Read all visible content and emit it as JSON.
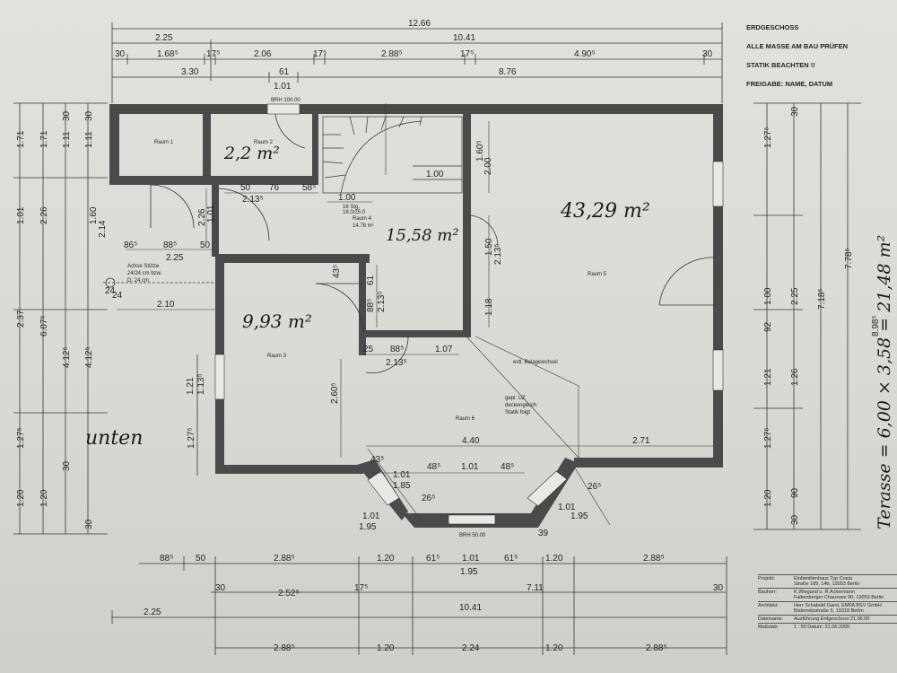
{
  "notes": {
    "floor": "ERDGESCHOSS",
    "measure": "ALLE MASSE AM BAU PRÜFEN",
    "statics": "STATIK BEACHTEN !!",
    "release": "FREIGABE: NAME, DATUM"
  },
  "dims_top": {
    "total": "12.66",
    "row2": [
      "2.25",
      "10.41"
    ],
    "row3": [
      "30",
      "1.68⁵",
      "17⁵",
      "2.06",
      "17⁵",
      "2.88⁵",
      "17⁵",
      "4.90⁵",
      "30"
    ],
    "row4": [
      "3.30",
      "61",
      "8.76"
    ],
    "row4b": "1.01"
  },
  "dims_bottom": {
    "row1": [
      "88⁵",
      "50",
      "2.88⁵",
      "1.20",
      "61⁵",
      "1.01",
      "61⁵",
      "1.20",
      "2.88⁵"
    ],
    "row1b": "1.95",
    "row2": [
      "30",
      "2.52⁵",
      "17⁵",
      "7.11",
      "30"
    ],
    "row3": [
      "2.25",
      "10.41"
    ],
    "row4": [
      "2.88⁵",
      "1.20",
      "2.24",
      "1.20",
      "2.88⁵"
    ]
  },
  "dims_left": [
    "1.71",
    "1.71",
    "1.11",
    "1.11",
    "30",
    "30",
    "1.01",
    "2.26",
    "1.60",
    "2.14",
    "2.37",
    "6.07⁵",
    "4.12⁵",
    "4.12⁵",
    "1.27⁵",
    "1.27⁵",
    "1.20",
    "1.20",
    "30",
    "30"
  ],
  "dims_right": [
    "1.27⁵",
    "30",
    "2.25",
    "7.18⁵",
    "7.78⁵",
    "8.98⁵",
    "1.00",
    "92",
    "1.21",
    "1.26",
    "1.27⁵",
    "1.20",
    "90",
    "30"
  ],
  "rooms": {
    "r1": "Raum 1",
    "r2": "Raum 2",
    "r3": "Raum 3",
    "r4": "Raum 4",
    "r4area": "14.78 m²",
    "r5": "Raum 5",
    "r6": "Raum 6",
    "belag": "evtl. Belagwechsel",
    "uz1": "gepl. UZ",
    "uz2": "deckengleich",
    "uz3": "Statik folgt",
    "stuetze1": "Achse Stütze",
    "stuetze2": "24/24 cm bzw.",
    "stuetze3": "D: 24 cm",
    "stairs": "16 Stg.",
    "stairs2": "18.0/25.0"
  },
  "inner_dims": [
    "50",
    "76",
    "58⁵",
    "2.13⁵",
    "1.00",
    "1.00",
    "1.60⁵",
    "2.00",
    "1.01",
    "2.26",
    "86⁵",
    "88⁵",
    "50",
    "2.25",
    "2.10",
    "24",
    "24",
    "43⁵",
    "61",
    "88⁵",
    "2.13⁵",
    "1.50",
    "2.13⁵",
    "1.18",
    "25",
    "88⁵",
    "1.07",
    "2.13⁵",
    "1.21",
    "1.13⁵",
    "2.60⁵",
    "4.40",
    "2.71",
    "43⁵",
    "48⁵",
    "1.01",
    "48⁵",
    "1.01",
    "1.85",
    "26⁵",
    "1.01",
    "1.95",
    "1.01",
    "1.95",
    "26⁵",
    "39"
  ],
  "handwritten": {
    "a1": "2,2 m²",
    "a2": "15,58 m²",
    "a3": "43,29 m²",
    "a4": "9,93 m²",
    "unten": "unten",
    "terrasse": "Terasse = 6,00 × 3,58 = 21,48 m²"
  },
  "titleblock": {
    "projekt_k": "Projekt:",
    "projekt_v": "Einfamilienhaus Typ Costa",
    "projekt_v2": "Straße 189, 14b, 13053 Berlin",
    "bauherr_k": "Bauherr:",
    "bauherr_v": "K.Wiegand u. R.Ackermann",
    "bauherr_v2": "Falkenberger Chaussee 90, 13053 Berlin",
    "architekt_k": "Architekt:",
    "architekt_v": "Herr Schabold Garst, EMFA BSV GmbH",
    "architekt_v2": "Bisterwitzstraße 6, 10318 Berlin",
    "datei_k": "Dateiname:",
    "datei_v": "Ausführung Erdgeschoss 21.06.00",
    "massstab_k": "Maßstab:",
    "massstab_v": "1 : 50",
    "datum_k": "Datum:",
    "datum_v": "21.06.2000"
  },
  "labels_small": [
    "BRH 100.00",
    "BRH 50.00"
  ]
}
